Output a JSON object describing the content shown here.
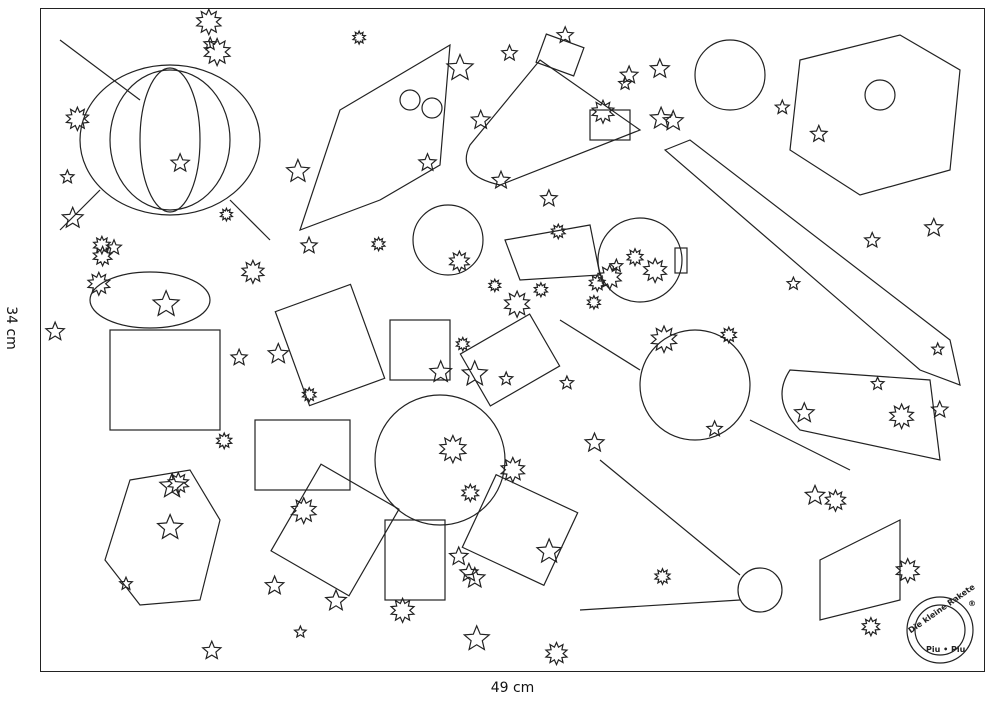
{
  "dimensions": {
    "width_label": "49 cm",
    "height_label": "34 cm"
  },
  "logo": {
    "text": "Die kleine Rakete",
    "subtext": "Piu • Piu",
    "registered": "®"
  }
}
